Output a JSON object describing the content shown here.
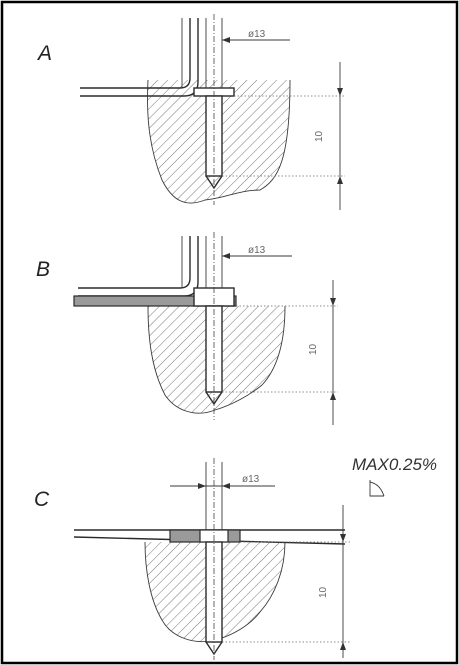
{
  "figure": {
    "views": [
      {
        "id": "A",
        "label": "A",
        "diameter_label": "ø13",
        "depth_label": "10"
      },
      {
        "id": "B",
        "label": "B",
        "diameter_label": "ø13",
        "depth_label": "10"
      },
      {
        "id": "C",
        "label": "C",
        "diameter_label": "ø13",
        "depth_label": "10"
      }
    ],
    "tolerance_note": "MAX0.25%",
    "colors": {
      "line": "#2b2b2b",
      "shim": "#9a9a9a",
      "hatch": "#555555"
    }
  }
}
